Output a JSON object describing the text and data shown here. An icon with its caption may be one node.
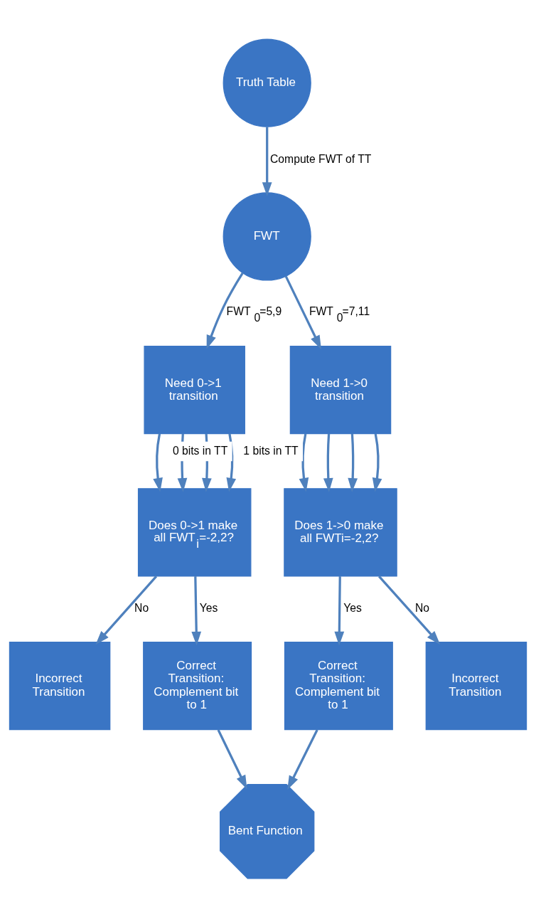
{
  "diagram": {
    "nodes": [
      {
        "text": [
          "Truth Table"
        ]
      },
      {
        "text": [
          "FWT"
        ]
      },
      {
        "text": [
          "Need 0->1 transition"
        ]
      },
      {
        "text": [
          "Need 1->0 transition"
        ]
      },
      {
        "text": [
          "Does 0->1 make all FWT$_{i}$=-2,2?"
        ]
      },
      {
        "text": [
          "Does 1->0 make all FWTi=-2,2?"
        ]
      },
      {
        "text": [
          "Incorrect Transition"
        ]
      },
      {
        "text": [
          "Correct Transition: Complement bit to 1"
        ]
      },
      {
        "text": [
          "Correct Transition: Complement bit to 1"
        ]
      },
      {
        "text": [
          "Incorrect Transition"
        ]
      },
      {
        "text": [
          "Bent Function"
        ]
      }
    ],
    "edges": [
      {
        "from": 0,
        "to": 1,
        "arrow": "to",
        "label": "Compute FWT of TT"
      },
      {
        "from": 1,
        "to": 2,
        "arrow": "to",
        "label": "FWT$_{0}$=5,9"
      },
      {
        "from": 1,
        "to": 3,
        "arrow": "to",
        "label": "FWT$_{0}$=7,11"
      },
      {
        "from": 2,
        "to": 4,
        "arrow": "to"
      },
      {
        "from": 2,
        "to": 4,
        "arrow": "to"
      },
      {
        "from": 2,
        "to": 4,
        "arrow": "to"
      },
      {
        "from": 2,
        "to": 4,
        "arrow": "to",
        "label": "0 bits in TT"
      },
      {
        "from": 3,
        "to": 5,
        "arrow": "to",
        "label": "1 bits in TT"
      },
      {
        "from": 3,
        "to": 5,
        "arrow": "to"
      },
      {
        "from": 3,
        "to": 5,
        "arrow": "to"
      },
      {
        "from": 3,
        "to": 5,
        "arrow": "to"
      },
      {
        "from": 4,
        "to": 6,
        "arrow": "to",
        "label": "No"
      },
      {
        "from": 4,
        "to": 7,
        "arrow": "to",
        "label": "Yes"
      },
      {
        "from": 5,
        "to": 8,
        "arrow": "to",
        "label": "Yes"
      },
      {
        "from": 5,
        "to": 9,
        "arrow": "to",
        "label": "No"
      },
      {
        "from": 7,
        "to": 10,
        "arrow": "to"
      },
      {
        "from": 8,
        "to": 10,
        "arrow": "to"
      }
    ]
  }
}
